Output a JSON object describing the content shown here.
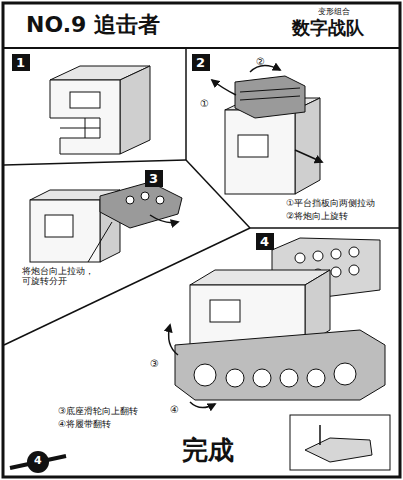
{
  "diagram": {
    "title": "NO.9 追击者",
    "nodes": [
      {
        "text": [
          "1"
        ]
      },
      {
        "text": [
          "2"
        ]
      },
      {
        "text": [
          "3"
        ]
      },
      {
        "text": [
          "4"
        ]
      }
    ],
    "labels": [
      "变形组合",
      "数字战队",
      "①",
      "②",
      "①平台挡板向两侧拉动",
      "②将炮向上旋转",
      "将炮台向上拉动， 可旋转分开",
      "③",
      "④",
      "③底座滑轮向上翻转",
      "④将履带翻转",
      "完成",
      "4"
    ]
  }
}
